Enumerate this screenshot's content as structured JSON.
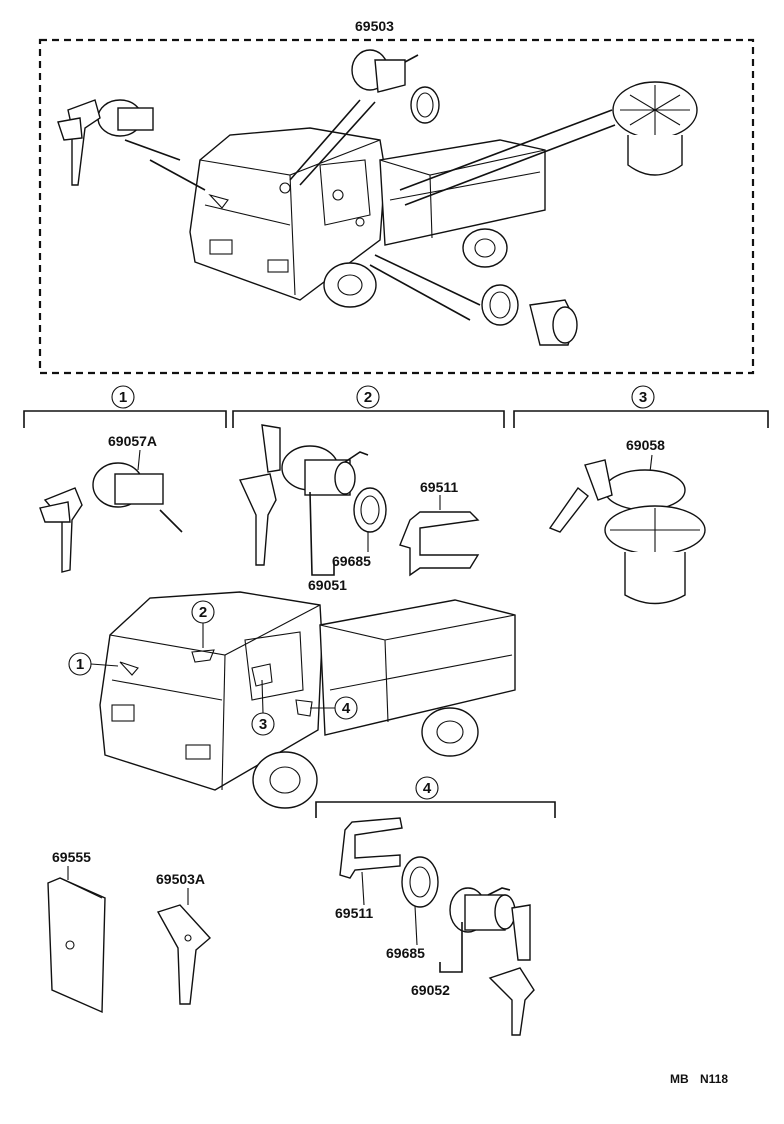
{
  "labels": {
    "kit_top": "69503",
    "ignition": "69057A",
    "door_cyl": "69051",
    "door_retainer": "69511",
    "door_gasket": "69685",
    "fuel_cap": "69058",
    "key_plate": "69555",
    "key_blank": "69503A",
    "back_retainer": "69511",
    "back_gasket": "69685",
    "back_cyl": "69052"
  },
  "groups": {
    "g1": "1",
    "g2": "2",
    "g3": "3",
    "g4": "4"
  },
  "callouts": {
    "c1": "1",
    "c2": "2",
    "c3": "3",
    "c4": "4"
  },
  "footer": {
    "code_left": "MB",
    "code_right": "N118"
  }
}
